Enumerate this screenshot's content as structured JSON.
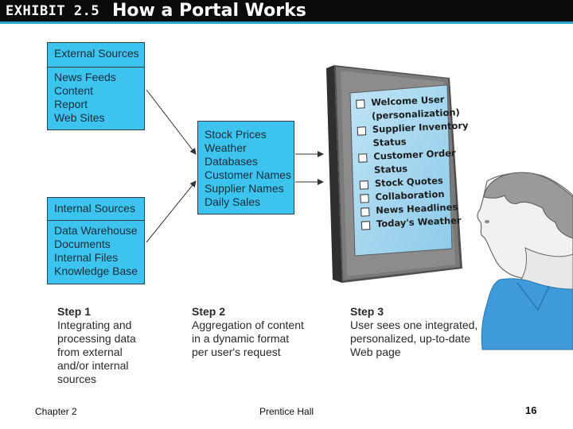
{
  "header": {
    "exhibit": "EXHIBIT 2.5",
    "title": "How a Portal Works"
  },
  "external_sources": {
    "title": "External Sources",
    "items": [
      "News Feeds",
      "Content",
      "Report",
      "Web Sites"
    ]
  },
  "internal_sources": {
    "title": "Internal Sources",
    "items": [
      "Data Warehouse",
      "Documents",
      "Internal Files",
      "Knowledge Base"
    ]
  },
  "aggregation": {
    "items": [
      "Stock Prices",
      "Weather",
      "Databases",
      "Customer Names",
      "Supplier Names",
      "Daily Sales"
    ]
  },
  "portal": {
    "items": [
      "Welcome User (personalization)",
      "Supplier Inventory Status",
      "Customer Order Status",
      "Stock Quotes",
      "Collaboration",
      "News Headlines",
      "Today's Weather"
    ],
    "lines": [
      {
        "text": "Welcome User",
        "checkbox": true
      },
      {
        "text": "(personalization)",
        "checkbox": false
      },
      {
        "text": "Supplier Inventory",
        "checkbox": true
      },
      {
        "text": "Status",
        "checkbox": false
      },
      {
        "text": "Customer Order",
        "checkbox": true
      },
      {
        "text": "Status",
        "checkbox": false
      },
      {
        "text": "Stock Quotes",
        "checkbox": true
      },
      {
        "text": "Collaboration",
        "checkbox": true
      },
      {
        "text": "News Headlines",
        "checkbox": true
      },
      {
        "text": "Today's Weather",
        "checkbox": true
      }
    ]
  },
  "steps": [
    {
      "title": "Step 1",
      "body": "Integrating and\nprocessing data\nfrom external\nand/or internal\nsources"
    },
    {
      "title": "Step 2",
      "body": "Aggregation of content\nin a dynamic format\nper user's request"
    },
    {
      "title": "Step 3",
      "body": "User sees one integrated,\npersonalized, up-to-date\nWeb page"
    }
  ],
  "footer": {
    "chapter": "Chapter 2",
    "publisher": "Prentice Hall",
    "page": "16"
  },
  "colors": {
    "box_fill": "#3cc3ee",
    "header_bg": "#0b0b0b",
    "header_rule": "#2aa5c7",
    "screen_fill": "#a9d8ef",
    "monitor": "#6e6e6e",
    "shirt": "#3e9ad8"
  }
}
